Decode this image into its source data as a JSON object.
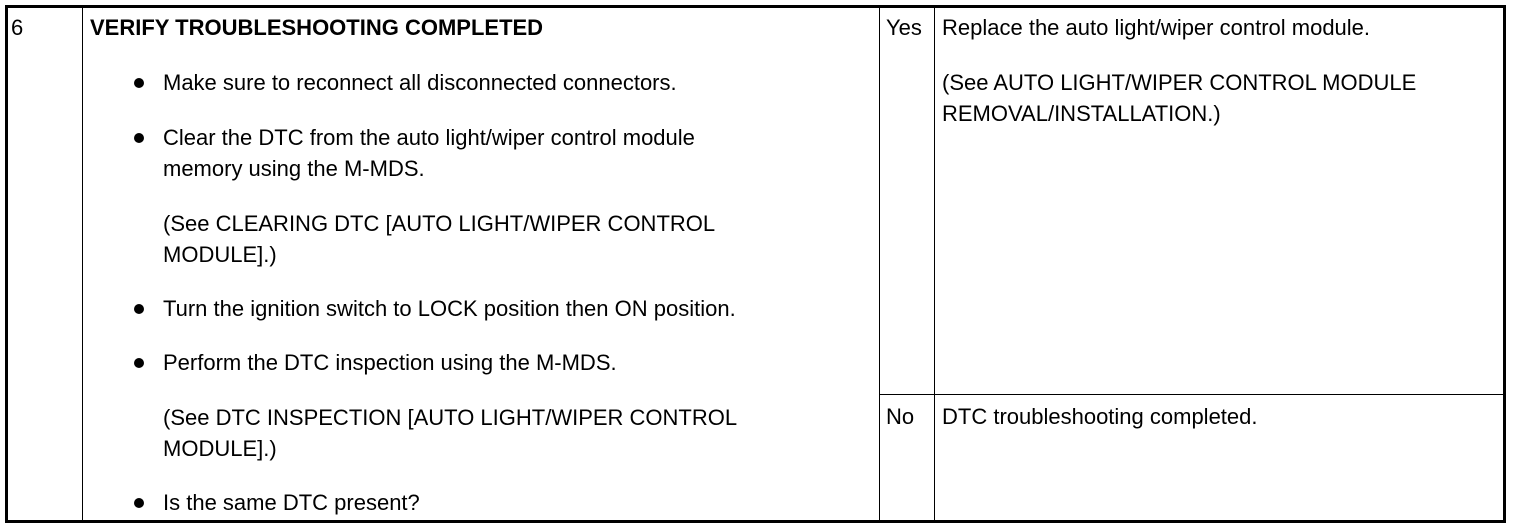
{
  "step": {
    "number": "6",
    "title": "VERIFY TROUBLESHOOTING COMPLETED",
    "items": [
      {
        "text": "Make sure to reconnect all disconnected connectors."
      },
      {
        "lines": [
          "Clear the DTC from the auto light/wiper control module",
          "memory using the M-MDS."
        ]
      },
      {
        "lines": [
          "(See CLEARING DTC [AUTO LIGHT/WIPER CONTROL",
          "MODULE].)"
        ]
      },
      {
        "text": "Turn the ignition switch to LOCK position then ON position."
      },
      {
        "text": "Perform the DTC inspection using the M-MDS."
      },
      {
        "lines": [
          "(See DTC INSPECTION [AUTO LIGHT/WIPER CONTROL",
          "MODULE].)"
        ]
      },
      {
        "text": "Is the same DTC present?"
      }
    ]
  },
  "results": {
    "yes": {
      "label": "Yes",
      "action": "Replace the auto light/wiper control module.",
      "reference_lines": [
        "(See AUTO LIGHT/WIPER CONTROL MODULE",
        "REMOVAL/INSTALLATION.)"
      ]
    },
    "no": {
      "label": "No",
      "action": "DTC troubleshooting completed."
    }
  }
}
